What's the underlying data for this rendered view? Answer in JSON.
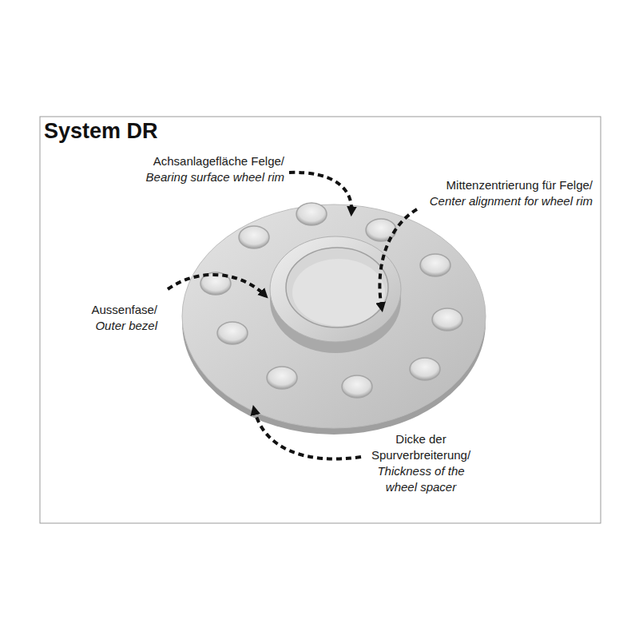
{
  "diagram": {
    "title": "System DR",
    "labels": [
      "Achsanlagefläche Felge/",
      "Bearing surface wheel rim",
      "Mittenzentrierung für Felge/",
      "Center alignment for wheel rim",
      "Aussenfase/",
      "Outer bezel",
      "Dicke der Spurverbreiterung/",
      "Thickness of the wheel spacer"
    ]
  }
}
